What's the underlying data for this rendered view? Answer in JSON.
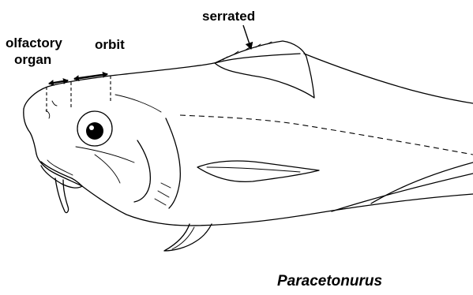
{
  "labels": {
    "serrated": "serrated",
    "olfactory_line1": "olfactory",
    "olfactory_line2": "organ",
    "orbit": "orbit"
  },
  "caption": "Paracetonurus"
}
